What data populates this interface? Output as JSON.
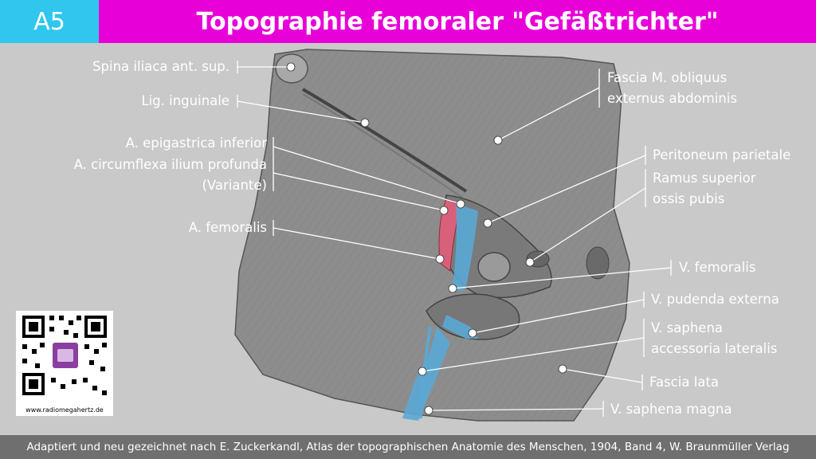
{
  "header": {
    "badge": "A5",
    "title": "Topographie femoraler \"Gefäßtrichter\""
  },
  "labels": {
    "spina": "Spina iliaca ant. sup.",
    "lig": "Lig. inguinale",
    "epigastrica": "A. epigastrica inferior",
    "circumflexa_1": "A. circumflexa ilium profunda",
    "circumflexa_2": "(Variante)",
    "femoralis_a": "A. femoralis",
    "fascia_obl_1": "Fascia M. obliquus",
    "fascia_obl_2": "externus abdominis",
    "peritoneum": "Peritoneum parietale",
    "ramus_1": "Ramus superior",
    "ramus_2": "ossis pubis",
    "femoralis_v": "V. femoralis",
    "pudenda": "V. pudenda externa",
    "saphena_acc_1": "V. saphena",
    "saphena_acc_2": "accessoria lateralis",
    "fascia_lata": "Fascia lata",
    "saphena_magna": "V. saphena magna"
  },
  "qr": {
    "url": "www.radiomegahertz.de"
  },
  "footer": {
    "text": "Adaptiert und neu gezeichnet nach E. Zuckerkandl, Atlas der topographischen Anatomie des Menschen, 1904, Band 4, W. Braunmüller Verlag"
  },
  "colors": {
    "badge": "#30c6ee",
    "title_bar": "#e800d9",
    "vein": "#5aa9d6",
    "artery": "#d9607a",
    "footer": "#6f6f6f"
  }
}
